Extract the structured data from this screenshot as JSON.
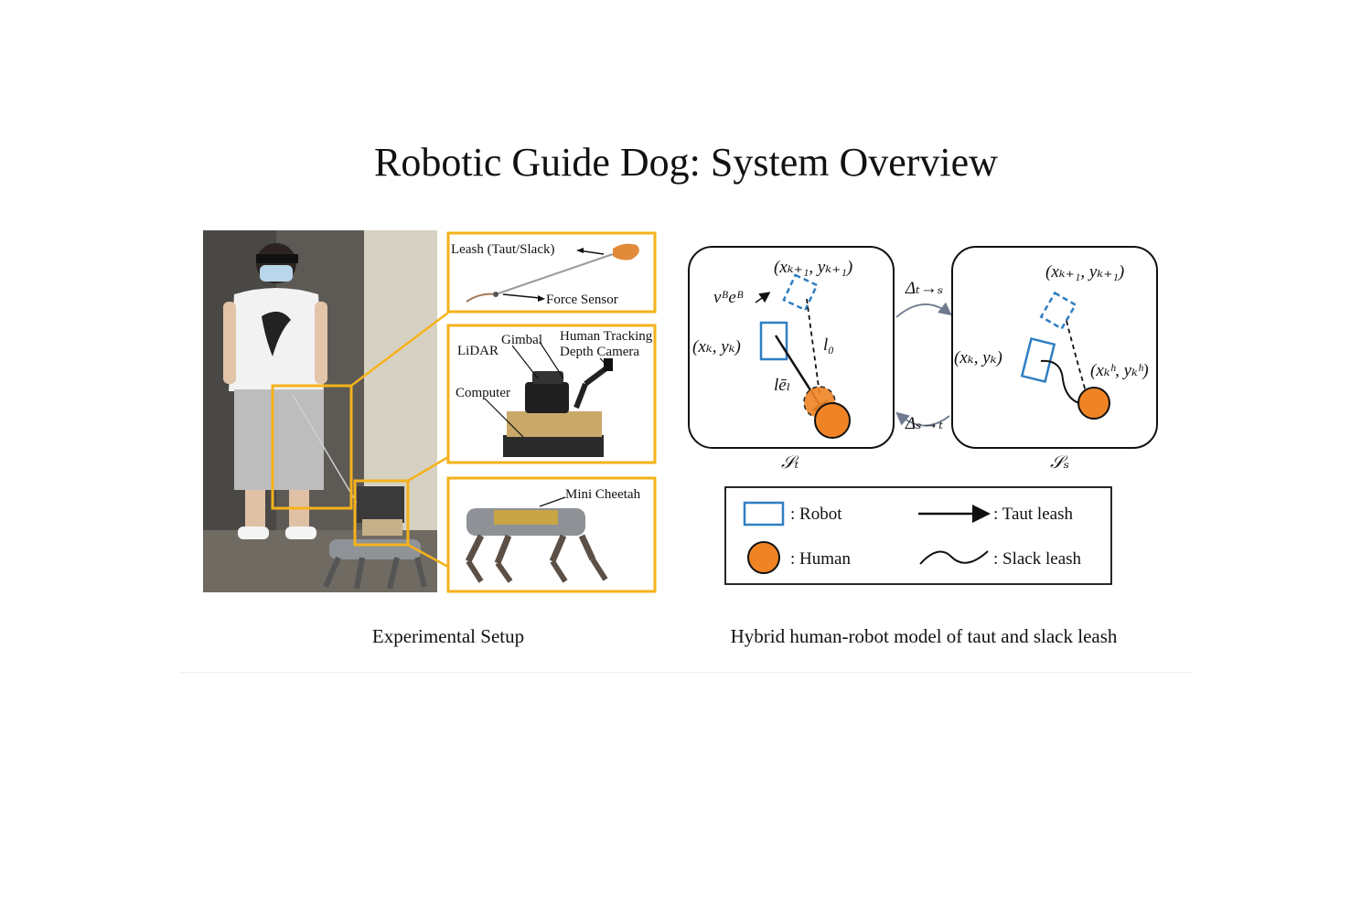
{
  "title": "Robotic Guide Dog: System Overview",
  "captions": {
    "left": "Experimental Setup",
    "right": "Hybrid human-robot model of taut and slack leash"
  },
  "setup_labels": {
    "leash": "Leash (Taut/Slack)",
    "force_sensor": "Force Sensor",
    "gimbal": "Gimbal",
    "human_tracking": "Human Tracking",
    "depth_camera": "Depth Camera",
    "lidar": "LiDAR",
    "computer": "Computer",
    "mini_cheetah": "Mini Cheetah"
  },
  "model": {
    "taut": {
      "next_state": "(xₖ₊₁, yₖ₊₁)",
      "velocity": "vᴮeᴮ",
      "state": "(xₖ, yₖ)",
      "l0": "l₀",
      "lel": "lēₗ",
      "mode": "𝒮ₜ"
    },
    "slack": {
      "next_state": "(xₖ₊₁, yₖ₊₁)",
      "state": "(xₖ, yₖ)",
      "human_state": "(xₖʰ, yₖʰ)",
      "mode": "𝒮ₛ"
    },
    "transition_ts": "Δₜ→ₛ",
    "transition_st": "Δₛ→ₜ"
  },
  "legend": {
    "robot": ": Robot",
    "human": ": Human",
    "taut": ": Taut leash",
    "slack": ": Slack leash"
  },
  "colors": {
    "highlight": "#f5b21b",
    "robot": "#2f7ec2",
    "human": "#f08425"
  }
}
